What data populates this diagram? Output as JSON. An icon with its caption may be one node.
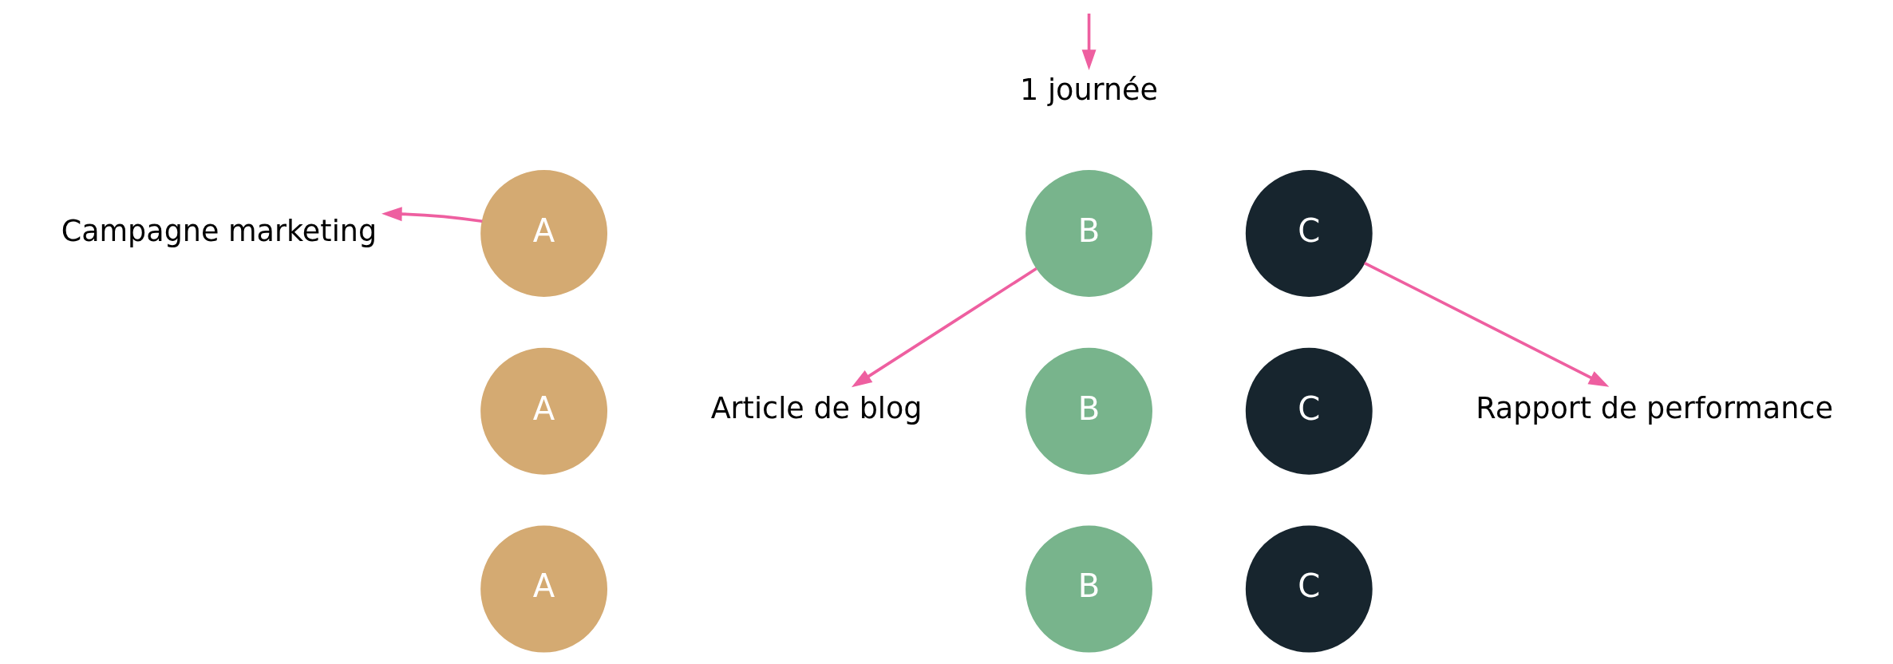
{
  "diagram": {
    "nodes": [
      {
        "text": [
          "1 journée"
        ]
      },
      {
        "text": [
          "Campagne marketing"
        ]
      },
      {
        "text": [
          "A"
        ]
      },
      {
        "text": [
          "B"
        ]
      },
      {
        "text": [
          "C"
        ]
      },
      {
        "text": [
          "Article de blog"
        ]
      },
      {
        "text": [
          "Rapport de performance"
        ]
      },
      {
        "text": [
          "A"
        ]
      },
      {
        "text": [
          "B"
        ]
      },
      {
        "text": [
          "C"
        ]
      },
      {
        "text": [
          "A"
        ]
      },
      {
        "text": [
          "B"
        ]
      },
      {
        "text": [
          "C"
        ]
      }
    ],
    "edges": [
      {
        "from": null,
        "to": 0,
        "arrow": "to"
      },
      {
        "from": 2,
        "to": 1,
        "arrow": "to"
      },
      {
        "from": 3,
        "to": 5,
        "arrow": "to"
      },
      {
        "from": 4,
        "to": 6,
        "arrow": "to"
      }
    ]
  }
}
